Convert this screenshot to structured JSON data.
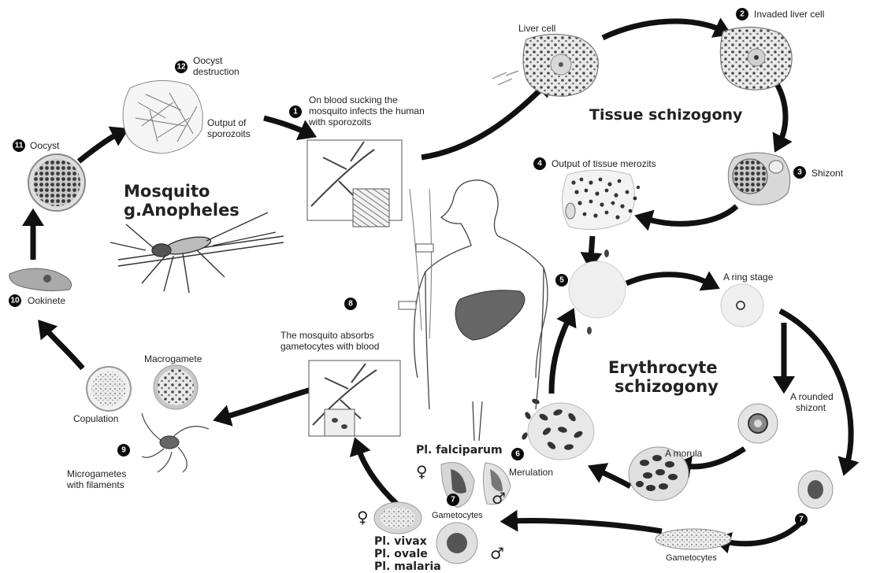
{
  "labels": {
    "liver_cell": "Liver cell",
    "invaded_liver_cell": "Invaded liver cell",
    "tissue_schizogony": "Tissue schizogony",
    "shizont": "Shizont",
    "output_tissue_merozoits": "Output of tissue merozits",
    "ring_stage": "A ring stage",
    "erythrocyte_line1": "Erythrocyte",
    "erythrocyte_line2": "schizogony",
    "rounded_shizont_line1": "A rounded",
    "rounded_shizont_line2": "shizont",
    "morula": "A morula",
    "merulation": "Merulation",
    "gametocytes_right": "Gametocytes",
    "gametocytes_left": "Gametocytes",
    "falciparum": "Pl. falciparum",
    "vivax": "Pl. vivax",
    "ovale": "Pl. ovale",
    "malaria": "Pl. malaria",
    "mosquito_absorbs_line1": "The mosquito absorbs",
    "mosquito_absorbs_line2": "gametocytes with blood",
    "blood_sucking_line1": "On blood sucking the",
    "blood_sucking_line2": "mosquito infects the human",
    "blood_sucking_line3": "with sporozoits",
    "oocyst_destruction_line1": "Oocyst",
    "oocyst_destruction_line2": "destruction",
    "output_sporozoits_line1": "Output of",
    "output_sporozoits_line2": "sporozoits",
    "oocyst": "Oocyst",
    "mosquito_line1": "Mosquito",
    "mosquito_line2": "g.Anopheles",
    "ookinete": "Ookinete",
    "macrogamete": "Macrogamete",
    "copulation": "Copulation",
    "microgametes_line1": "Microgametes",
    "microgametes_line2": "with filaments"
  },
  "steps": {
    "s1": "1",
    "s2": "2",
    "s3": "3",
    "s4": "4",
    "s5": "5",
    "s6": "6",
    "s7a": "7",
    "s7b": "7",
    "s8": "8",
    "s9": "9",
    "s10": "10",
    "s11": "11",
    "s12": "12"
  },
  "symbols": {
    "female": "♀",
    "male": "♂"
  }
}
